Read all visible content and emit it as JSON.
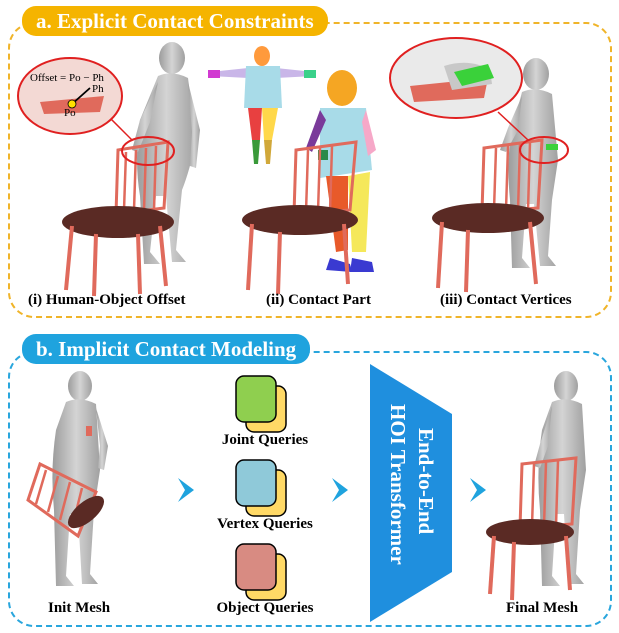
{
  "panel_a": {
    "title": "a. Explicit Contact Constraints",
    "captions": [
      "(i) Human-Object Offset",
      "(ii) Contact Part",
      "(iii)  Contact Vertices"
    ],
    "offset_formula": "Offset = Po − Ph",
    "point_labels": {
      "ph": "Ph",
      "po": "Po"
    }
  },
  "panel_b": {
    "title": "b. Implicit Contact Modeling",
    "init_label": "Init Mesh",
    "final_label": "Final Mesh",
    "queries": [
      {
        "label": "Joint Queries",
        "color": "#8fcf4f"
      },
      {
        "label": "Vertex Queries",
        "color": "#8fc9d9"
      },
      {
        "label": "Object Queries",
        "color": "#d88b82"
      }
    ],
    "transformer_line1": "End-to-End",
    "transformer_line2": "HOI Transformer"
  },
  "colors": {
    "panel_a_accent": "#f5b400",
    "panel_b_accent": "#1fa3de",
    "chair": "#e06a5c",
    "seat": "#5a2a24",
    "human": "#b8b8b8",
    "query_back": "#ffd966"
  }
}
